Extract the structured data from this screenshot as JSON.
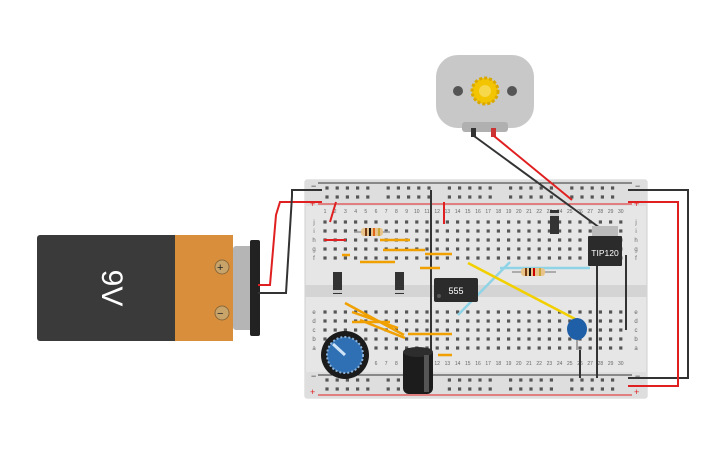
{
  "battery": {
    "voltage_label": "9V",
    "plus_symbol": "+",
    "minus_symbol": "−"
  },
  "breadboard": {
    "rail_plus": "+",
    "rail_minus": "−",
    "row_letters_top": [
      "j",
      "i",
      "h",
      "g",
      "f"
    ],
    "row_letters_bottom": [
      "e",
      "d",
      "c",
      "b",
      "a"
    ],
    "column_labels": [
      "1",
      "2",
      "3",
      "4",
      "5",
      "6",
      "7",
      "8",
      "9",
      "10",
      "11",
      "12",
      "13",
      "14",
      "15",
      "16",
      "17",
      "18",
      "19",
      "20",
      "21",
      "22",
      "23",
      "24",
      "25",
      "26",
      "27",
      "28",
      "29",
      "30"
    ]
  },
  "components": {
    "ic_label": "555",
    "transistor_label": "TIP120"
  },
  "colors": {
    "wire_red": "#e02020",
    "wire_black": "#333333",
    "wire_orange": "#f0a000",
    "wire_yellow": "#f2d000",
    "wire_cyan": "#8fd3e6",
    "battery_body": "#3a3a3a",
    "battery_cap": "#d98e3c",
    "motor_body": "#c8c8c8",
    "motor_gear": "#f3c400",
    "breadboard": "#e6e6e6",
    "pot_blue": "#2f6fb3",
    "capacitor_blue": "#1e5fa8"
  }
}
